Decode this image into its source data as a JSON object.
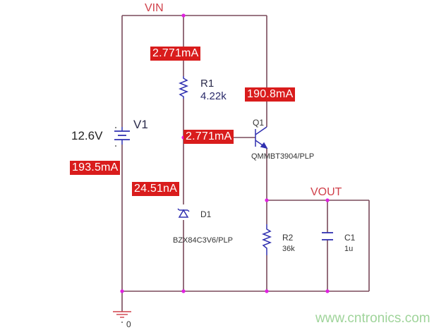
{
  "nets": {
    "vin": "VIN",
    "vout": "VOUT",
    "ground": "0"
  },
  "components": {
    "v1": {
      "ref": "V1",
      "value": "12.6V",
      "type": "dc-voltage-source"
    },
    "r1": {
      "ref": "R1",
      "value": "4.22k",
      "type": "resistor"
    },
    "r2": {
      "ref": "R2",
      "value": "36k",
      "type": "resistor"
    },
    "c1": {
      "ref": "C1",
      "value": "1u",
      "type": "capacitor"
    },
    "q1": {
      "ref": "Q1",
      "part": "QMMBT3904/PLP",
      "type": "npn-transistor"
    },
    "d1": {
      "ref": "D1",
      "part": "BZX84C3V6/PLP",
      "type": "zener-diode"
    }
  },
  "currents": {
    "r1_top": "2.771mA",
    "q1_collector": "190.8mA",
    "q1_base": "2.771mA",
    "v1": "193.5mA",
    "d1": "24.51nA"
  },
  "watermark": "www.cntronics.com",
  "colors": {
    "wire": "#7a4a5a",
    "node": "#e020e0",
    "component": "#3030b0",
    "current_badge": "#d91c1c",
    "net_label": "#d0404a",
    "watermark": "#9fd49a"
  }
}
